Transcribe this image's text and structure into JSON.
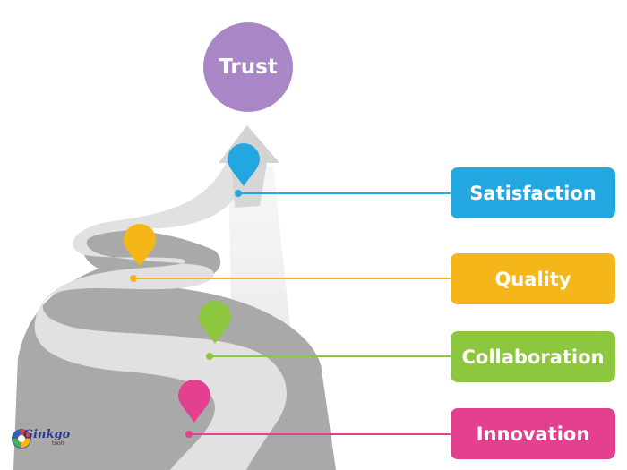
{
  "goal": {
    "label": "Trust",
    "color": "#a987c6"
  },
  "steps": [
    {
      "label": "Satisfaction",
      "color": "#22a7e0"
    },
    {
      "label": "Quality",
      "color": "#f4b619"
    },
    {
      "label": "Collaboration",
      "color": "#8dc63f"
    },
    {
      "label": "Innovation",
      "color": "#e3418f"
    }
  ],
  "logo": {
    "word": "Ginkgo",
    "sub": "tools"
  },
  "colors": {
    "road_light": "#e1e1e1",
    "road_dark": "#a9a9a9",
    "arrow": "#d3d3d3"
  }
}
